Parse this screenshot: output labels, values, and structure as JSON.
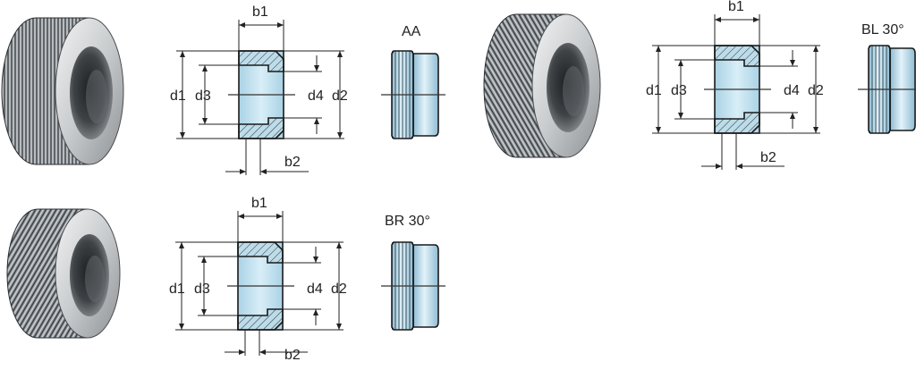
{
  "views": [
    {
      "id": "AA",
      "title": "AA",
      "labels": {
        "b1": "b1",
        "b2": "b2",
        "d1": "d1",
        "d2": "d2",
        "d3": "d3",
        "d4": "d4"
      },
      "icons": {
        "photo": "straight-knurl-wheel-photo",
        "section": "knurl-wheel-section-drawing",
        "side": "straight-knurl-side-view"
      }
    },
    {
      "id": "BL",
      "title": "BL 30°",
      "labels": {
        "b1": "b1",
        "b2": "b2",
        "d1": "d1",
        "d2": "d2",
        "d3": "d3",
        "d4": "d4"
      },
      "icons": {
        "photo": "left-hand-knurl-wheel-photo",
        "section": "knurl-wheel-section-drawing",
        "side": "diagonal-knurl-side-view"
      }
    },
    {
      "id": "BR",
      "title": "BR 30°",
      "labels": {
        "b1": "b1",
        "b2": "b2",
        "d1": "d1",
        "d2": "d2",
        "d3": "d3",
        "d4": "d4"
      },
      "icons": {
        "photo": "right-hand-knurl-wheel-photo",
        "section": "knurl-wheel-section-drawing",
        "side": "diagonal-knurl-side-view"
      }
    }
  ],
  "colors": {
    "metal_light": "#d8dadc",
    "metal_dark": "#4a4d50",
    "section_fill": "#b9dbea",
    "line": "#222222"
  }
}
